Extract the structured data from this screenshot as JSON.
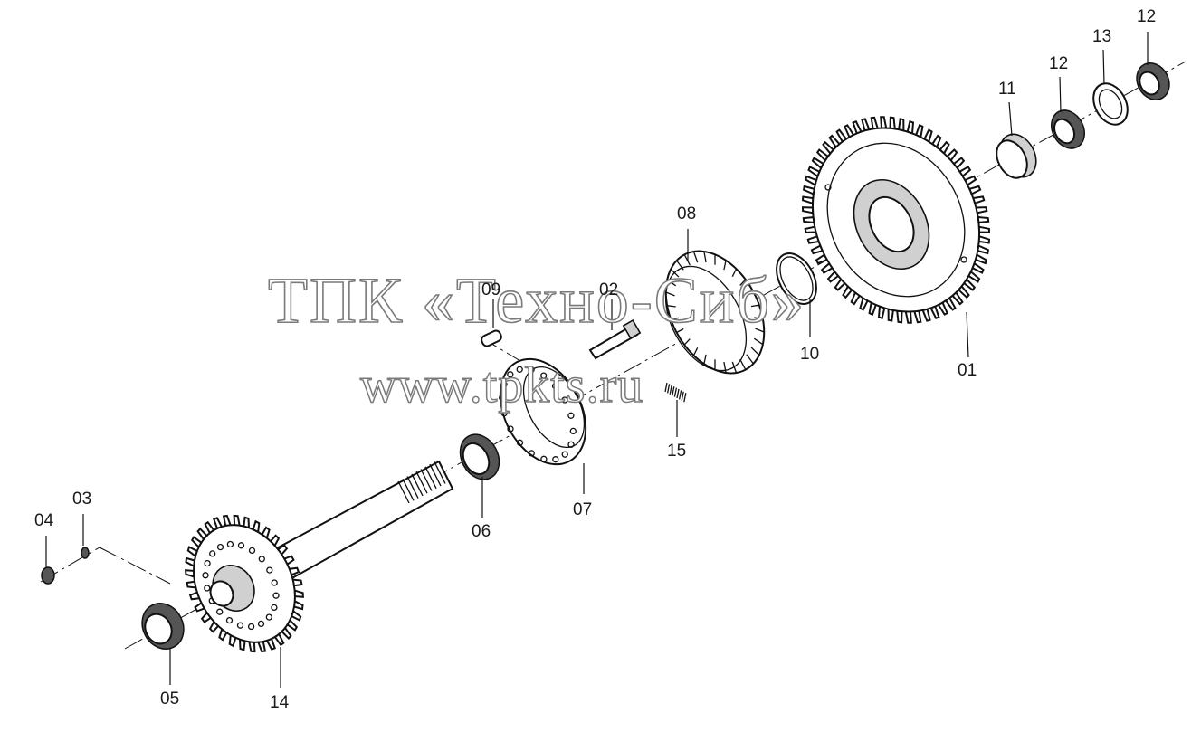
{
  "watermark": {
    "line1": "ТПК «Техно-Сиб»",
    "line2": "www.tpkts.ru"
  },
  "callouts": {
    "c01": "01",
    "c02": "02",
    "c03": "03",
    "c04": "04",
    "c05": "05",
    "c06": "06",
    "c07": "07",
    "c08": "08",
    "c09": "09",
    "c10": "10",
    "c11": "11",
    "c12a": "12",
    "c12b": "12",
    "c13": "13",
    "c14": "14",
    "c15": "15"
  }
}
